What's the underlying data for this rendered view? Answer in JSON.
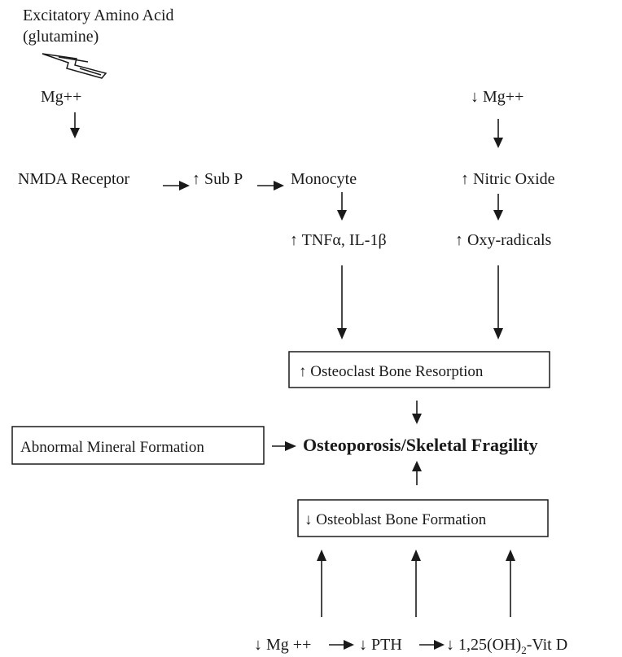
{
  "trigger": {
    "line1": "Excitatory Amino Acid",
    "line2": "(glutamine)",
    "icon": "lightning-bolt"
  },
  "left_chain": {
    "mg": "Mg++",
    "nmda": "NMDA Receptor",
    "sub_p": "↑ Sub P",
    "monocyte": "Monocyte",
    "cytokines": "↑ TNFα, IL-1β"
  },
  "right_chain": {
    "mg_low": "↓ Mg++",
    "nitric_oxide": "↑  Nitric Oxide",
    "oxy_radicals": "↑ Oxy-radicals"
  },
  "boxes": {
    "osteoclast": "↑ Osteoclast Bone Resorption",
    "abnormal_mineral": "Abnormal Mineral Formation",
    "osteoblast": "↓ Osteoblast Bone Formation"
  },
  "outcome": "Osteoporosis/Skeletal Fragility",
  "bottom_chain": {
    "mg": "↓ Mg ++",
    "pth": "↓ PTH",
    "vit_d_prefix": "↓ 1,25(OH)",
    "vit_d_subscript": "2",
    "vit_d_suffix": "-Vit D"
  }
}
